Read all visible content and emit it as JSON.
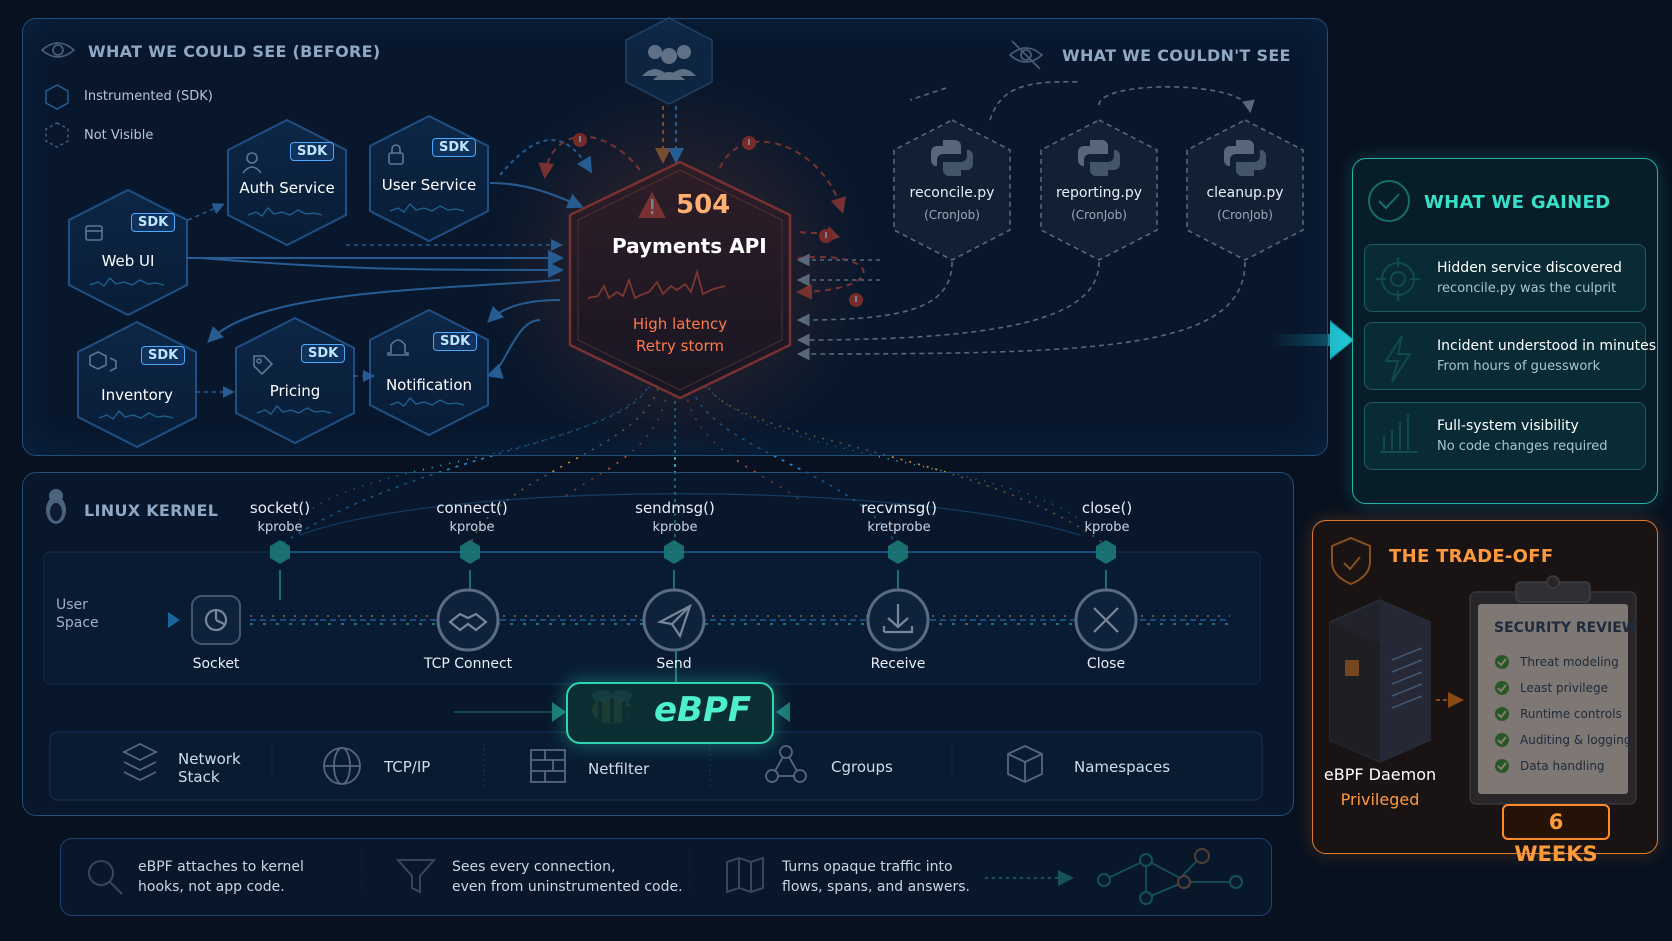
{
  "before": {
    "title": "WHAT WE COULD SEE (BEFORE)",
    "legend_instrumented": "Instrumented (SDK)",
    "legend_not_visible": "Not Visible"
  },
  "couldnt": {
    "title": "WHAT WE COULDN'T SEE"
  },
  "sdk_label": "SDK",
  "services": [
    {
      "name": "Auth Service",
      "icon": "user-key-icon"
    },
    {
      "name": "User Service",
      "icon": "lock-icon"
    },
    {
      "name": "Web UI",
      "icon": "browser-icon"
    },
    {
      "name": "Inventory",
      "icon": "boxes-icon"
    },
    {
      "name": "Pricing",
      "icon": "tag-icon"
    },
    {
      "name": "Notification",
      "icon": "bell-icon"
    }
  ],
  "api": {
    "code": "504",
    "name": "Payments API",
    "status_1": "High latency",
    "status_2": "Retry storm"
  },
  "cronjobs": [
    {
      "name": "reconcile.py",
      "type": "(CronJob)"
    },
    {
      "name": "reporting.py",
      "type": "(CronJob)"
    },
    {
      "name": "cleanup.py",
      "type": "(CronJob)"
    }
  ],
  "gained": {
    "title": "WHAT WE GAINED",
    "items": [
      {
        "head": "Hidden service discovered",
        "sub": "reconcile.py was the culprit",
        "icon": "crosshair-icon"
      },
      {
        "head": "Incident understood in minutes",
        "sub": "From hours of guesswork",
        "icon": "lightning-icon"
      },
      {
        "head": "Full-system visibility",
        "sub": "No code changes required",
        "icon": "bar-chart-icon"
      }
    ]
  },
  "kernel": {
    "title": "LINUX KERNEL",
    "user_space_1": "User",
    "user_space_2": "Space",
    "probes": [
      {
        "call": "socket()",
        "type": "kprobe"
      },
      {
        "call": "connect()",
        "type": "kprobe"
      },
      {
        "call": "sendmsg()",
        "type": "kprobe"
      },
      {
        "call": "recvmsg()",
        "type": "kretprobe"
      },
      {
        "call": "close()",
        "type": "kprobe"
      }
    ],
    "nodes": [
      "Socket",
      "TCP Connect",
      "Send",
      "Receive",
      "Close"
    ],
    "ebpf": "eBPF",
    "stack": [
      {
        "label_1": "Network",
        "label_2": "Stack"
      },
      {
        "label_1": "TCP/IP",
        "label_2": ""
      },
      {
        "label_1": "Netfilter",
        "label_2": ""
      },
      {
        "label_1": "Cgroups",
        "label_2": ""
      },
      {
        "label_1": "Namespaces",
        "label_2": ""
      }
    ]
  },
  "tradeoff": {
    "title": "THE TRADE-OFF",
    "daemon": "eBPF Daemon",
    "daemon_sub": "Privileged",
    "review_title": "SECURITY REVIEW",
    "review_items": [
      "Threat modeling",
      "Least privilege",
      "Runtime controls",
      "Auditing & logging",
      "Data handling"
    ],
    "duration": "6 WEEKS"
  },
  "bottom": [
    {
      "line1": "eBPF attaches to kernel",
      "line2": "hooks, not app code.",
      "icon": "search-icon"
    },
    {
      "line1": "Sees every connection,",
      "line2": "even from uninstrumented code.",
      "icon": "filter-icon"
    },
    {
      "line1": "Turns opaque traffic into",
      "line2": "flows, spans, and answers.",
      "icon": "map-icon"
    }
  ],
  "colors": {
    "accent_blue": "#4aa8ff",
    "alert_red": "#ff4a2a",
    "teal": "#37e0c8",
    "orange": "#ff9a3c"
  }
}
